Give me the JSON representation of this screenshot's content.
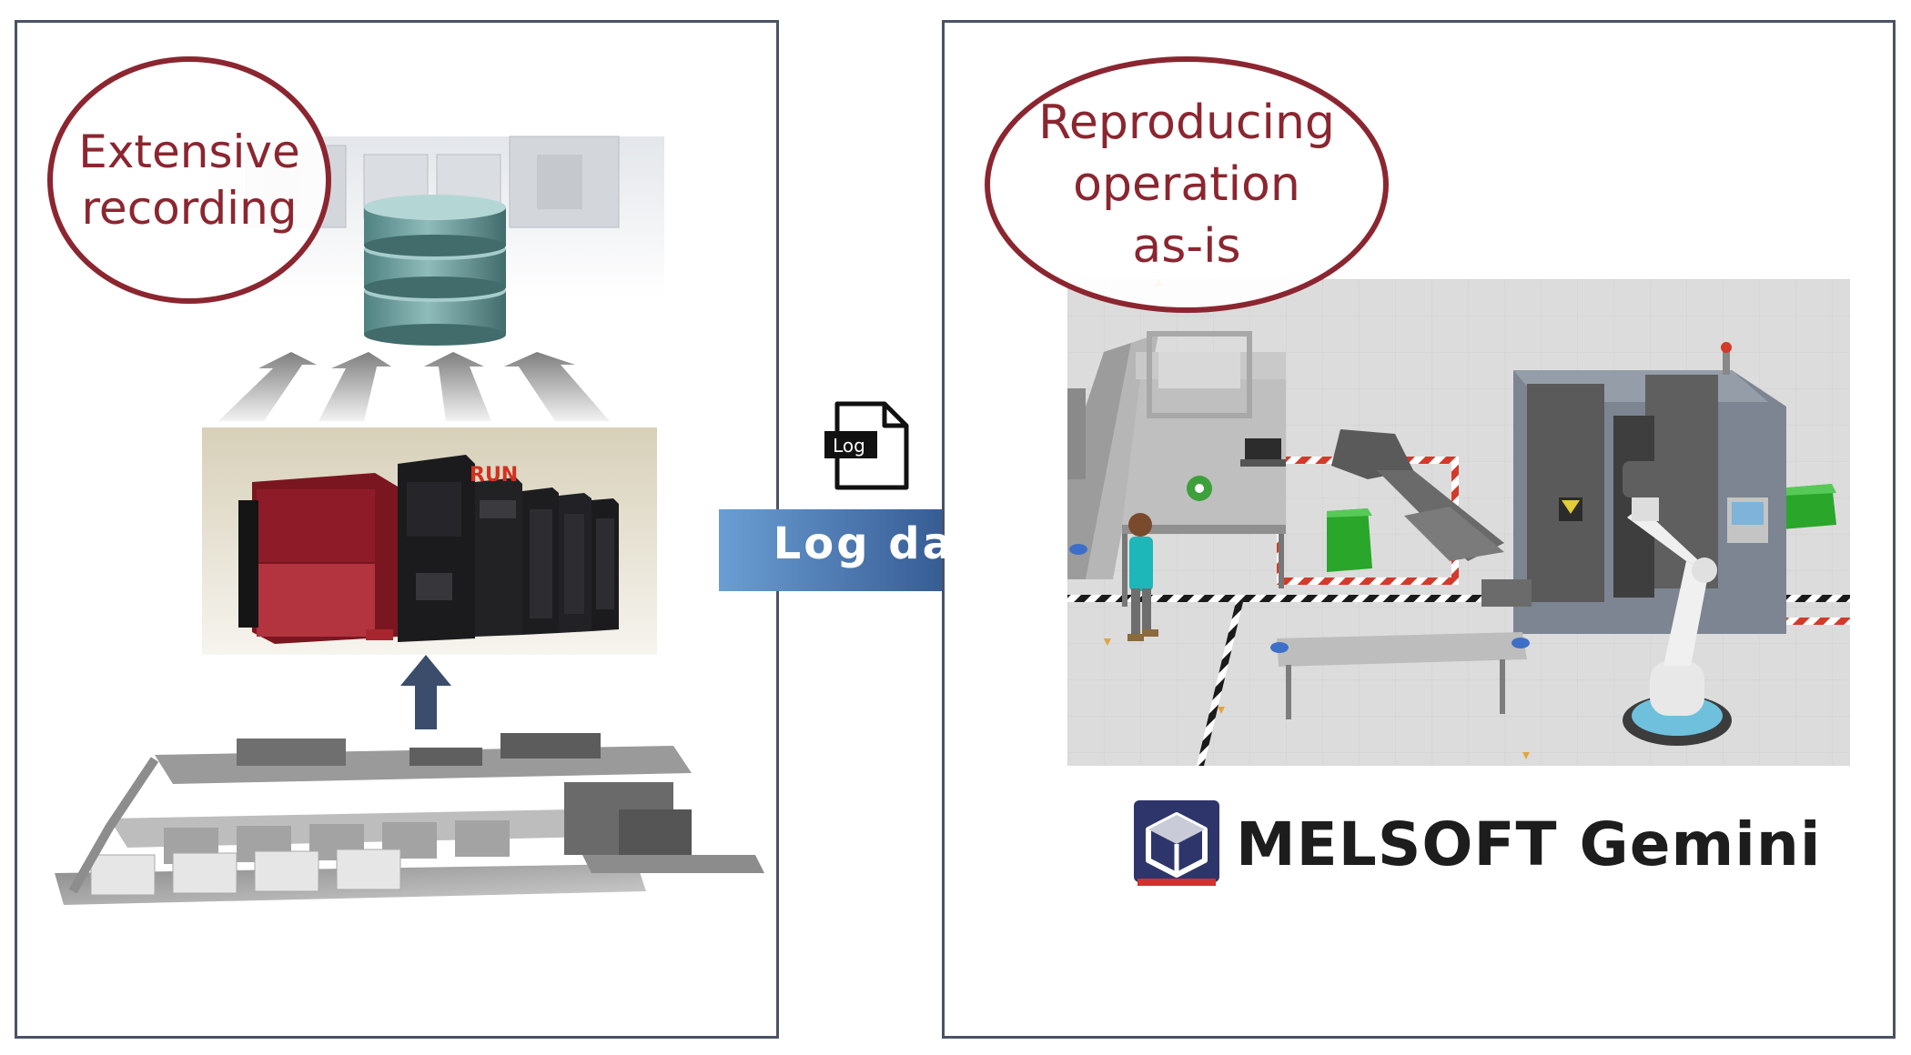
{
  "left_panel": {
    "label": "Extensive\nrecording",
    "label_lines": [
      "Extensive",
      "recording"
    ]
  },
  "right_panel": {
    "label_lines": [
      "Reproducing",
      "operation",
      "as-is"
    ],
    "brand_name": "MELSOFT Gemini"
  },
  "transfer": {
    "arrow_label": "Log data",
    "file_icon_label": "Log"
  },
  "plc": {
    "display_text": "RUN"
  },
  "colors": {
    "frame": "#4a5263",
    "label_accent": "#8b2630",
    "arrow_start": "#5b8fc8",
    "arrow_end": "#1f3f78",
    "database": "#5e9594",
    "up_arrow": "#3b4d6b"
  }
}
